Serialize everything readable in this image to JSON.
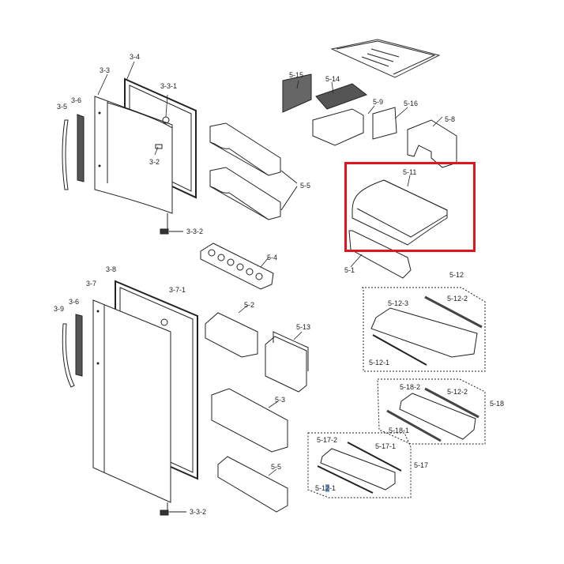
{
  "diagram": {
    "type": "exploded-parts-view",
    "subject": "refrigerator doors and interior accessories",
    "highlight_color": "#e0141c",
    "highlighted_part": "5-11"
  },
  "labels": {
    "p3_4": "3-4",
    "p3_3": "3-3",
    "p3_3_1": "3-3-1",
    "p3_5a": "3-5",
    "p3_6a": "3-6",
    "p3_2": "3-2",
    "p3_3_2a": "3-3-2",
    "p5_5a": "5-5",
    "p5_15": "5-15",
    "p5_14": "5-14",
    "p5_9": "5-9",
    "p5_16": "5-16",
    "p5_8": "5-8",
    "p5_11": "5-11",
    "p5_1": "5-1",
    "p5_4": "5-4",
    "p3_8": "3-8",
    "p3_7": "3-7",
    "p3_7_1": "3-7-1",
    "p3_9": "3-9",
    "p3_6b": "3-6",
    "p5_2": "5-2",
    "p5_13": "5-13",
    "p5_12": "5-12",
    "p5_12_3": "5-12-3",
    "p5_12_2a": "5-12-2",
    "p5_12_1a": "5-12-1",
    "p5_18_2": "5-18-2",
    "p5_12_2b": "5-12-2",
    "p5_18": "5-18",
    "p5_18_1": "5-18-1",
    "p5_3": "5-3",
    "p5_17_2": "5-17-2",
    "p5_17_1": "5-17-1",
    "p5_17": "5-17",
    "p5_5b": "5-5",
    "p5_12_1b_pre": "5-1",
    "p5_12_1b_sel": "2",
    "p5_12_1b_post": "-1",
    "p3_3_2b": "3-3-2"
  }
}
